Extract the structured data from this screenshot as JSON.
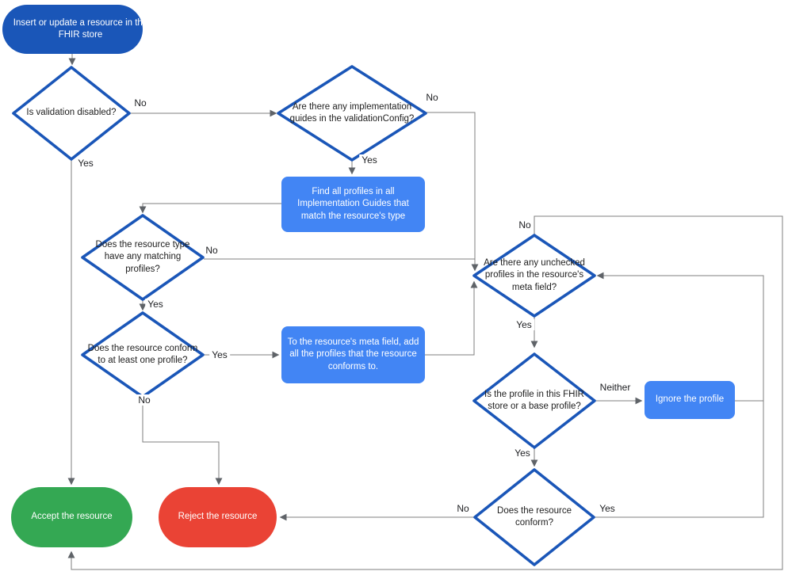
{
  "colors": {
    "start_fill": "#1a56b8",
    "diamond_stroke": "#1a56b8",
    "process_fill": "#4285f4",
    "accept_fill": "#34a853",
    "reject_fill": "#ea4335",
    "line": "#7f7f7f",
    "arrowhead": "#5f6368",
    "text_dark": "#212121",
    "text_light": "#ffffff"
  },
  "nodes": {
    "start": {
      "type": "start",
      "label": "Insert or update a resource in the FHIR store"
    },
    "validation_disabled": {
      "type": "decision",
      "label": "Is validation disabled?"
    },
    "implementation_guides": {
      "type": "decision",
      "label": "Are there any implementation guides in the validationConfig?"
    },
    "find_profiles": {
      "type": "process",
      "label": "Find all profiles in all Implementation Guides that match the resource's type"
    },
    "matching_profiles": {
      "type": "decision",
      "label": "Does the resource type have any matching profiles?"
    },
    "conform_one_profile": {
      "type": "decision",
      "label": "Does the resource conform to at least one profile?"
    },
    "add_profiles_meta": {
      "type": "process",
      "label": "To the resource's meta field, add all the profiles that the resource conforms to."
    },
    "unchecked_profiles": {
      "type": "decision",
      "label": "Are there any unchecked profiles in the resource's meta field?"
    },
    "profile_in_store": {
      "type": "decision",
      "label": "Is the profile in this FHIR store or a base profile?"
    },
    "ignore_profile": {
      "type": "process",
      "label": "Ignore the profile"
    },
    "resource_conform": {
      "type": "decision",
      "label": "Does the resource conform?"
    },
    "accept": {
      "type": "terminal",
      "label": "Accept the resource"
    },
    "reject": {
      "type": "terminal",
      "label": "Reject the resource"
    }
  },
  "edge_labels": {
    "validation_no": "No",
    "validation_yes": "Yes",
    "guides_no": "No",
    "guides_yes": "Yes",
    "matching_no": "No",
    "matching_yes": "Yes",
    "conform_one_yes": "Yes",
    "conform_one_no": "No",
    "unchecked_no": "No",
    "unchecked_yes": "Yes",
    "profile_neither": "Neither",
    "profile_yes": "Yes",
    "conform_yes": "Yes",
    "conform_no": "No"
  }
}
